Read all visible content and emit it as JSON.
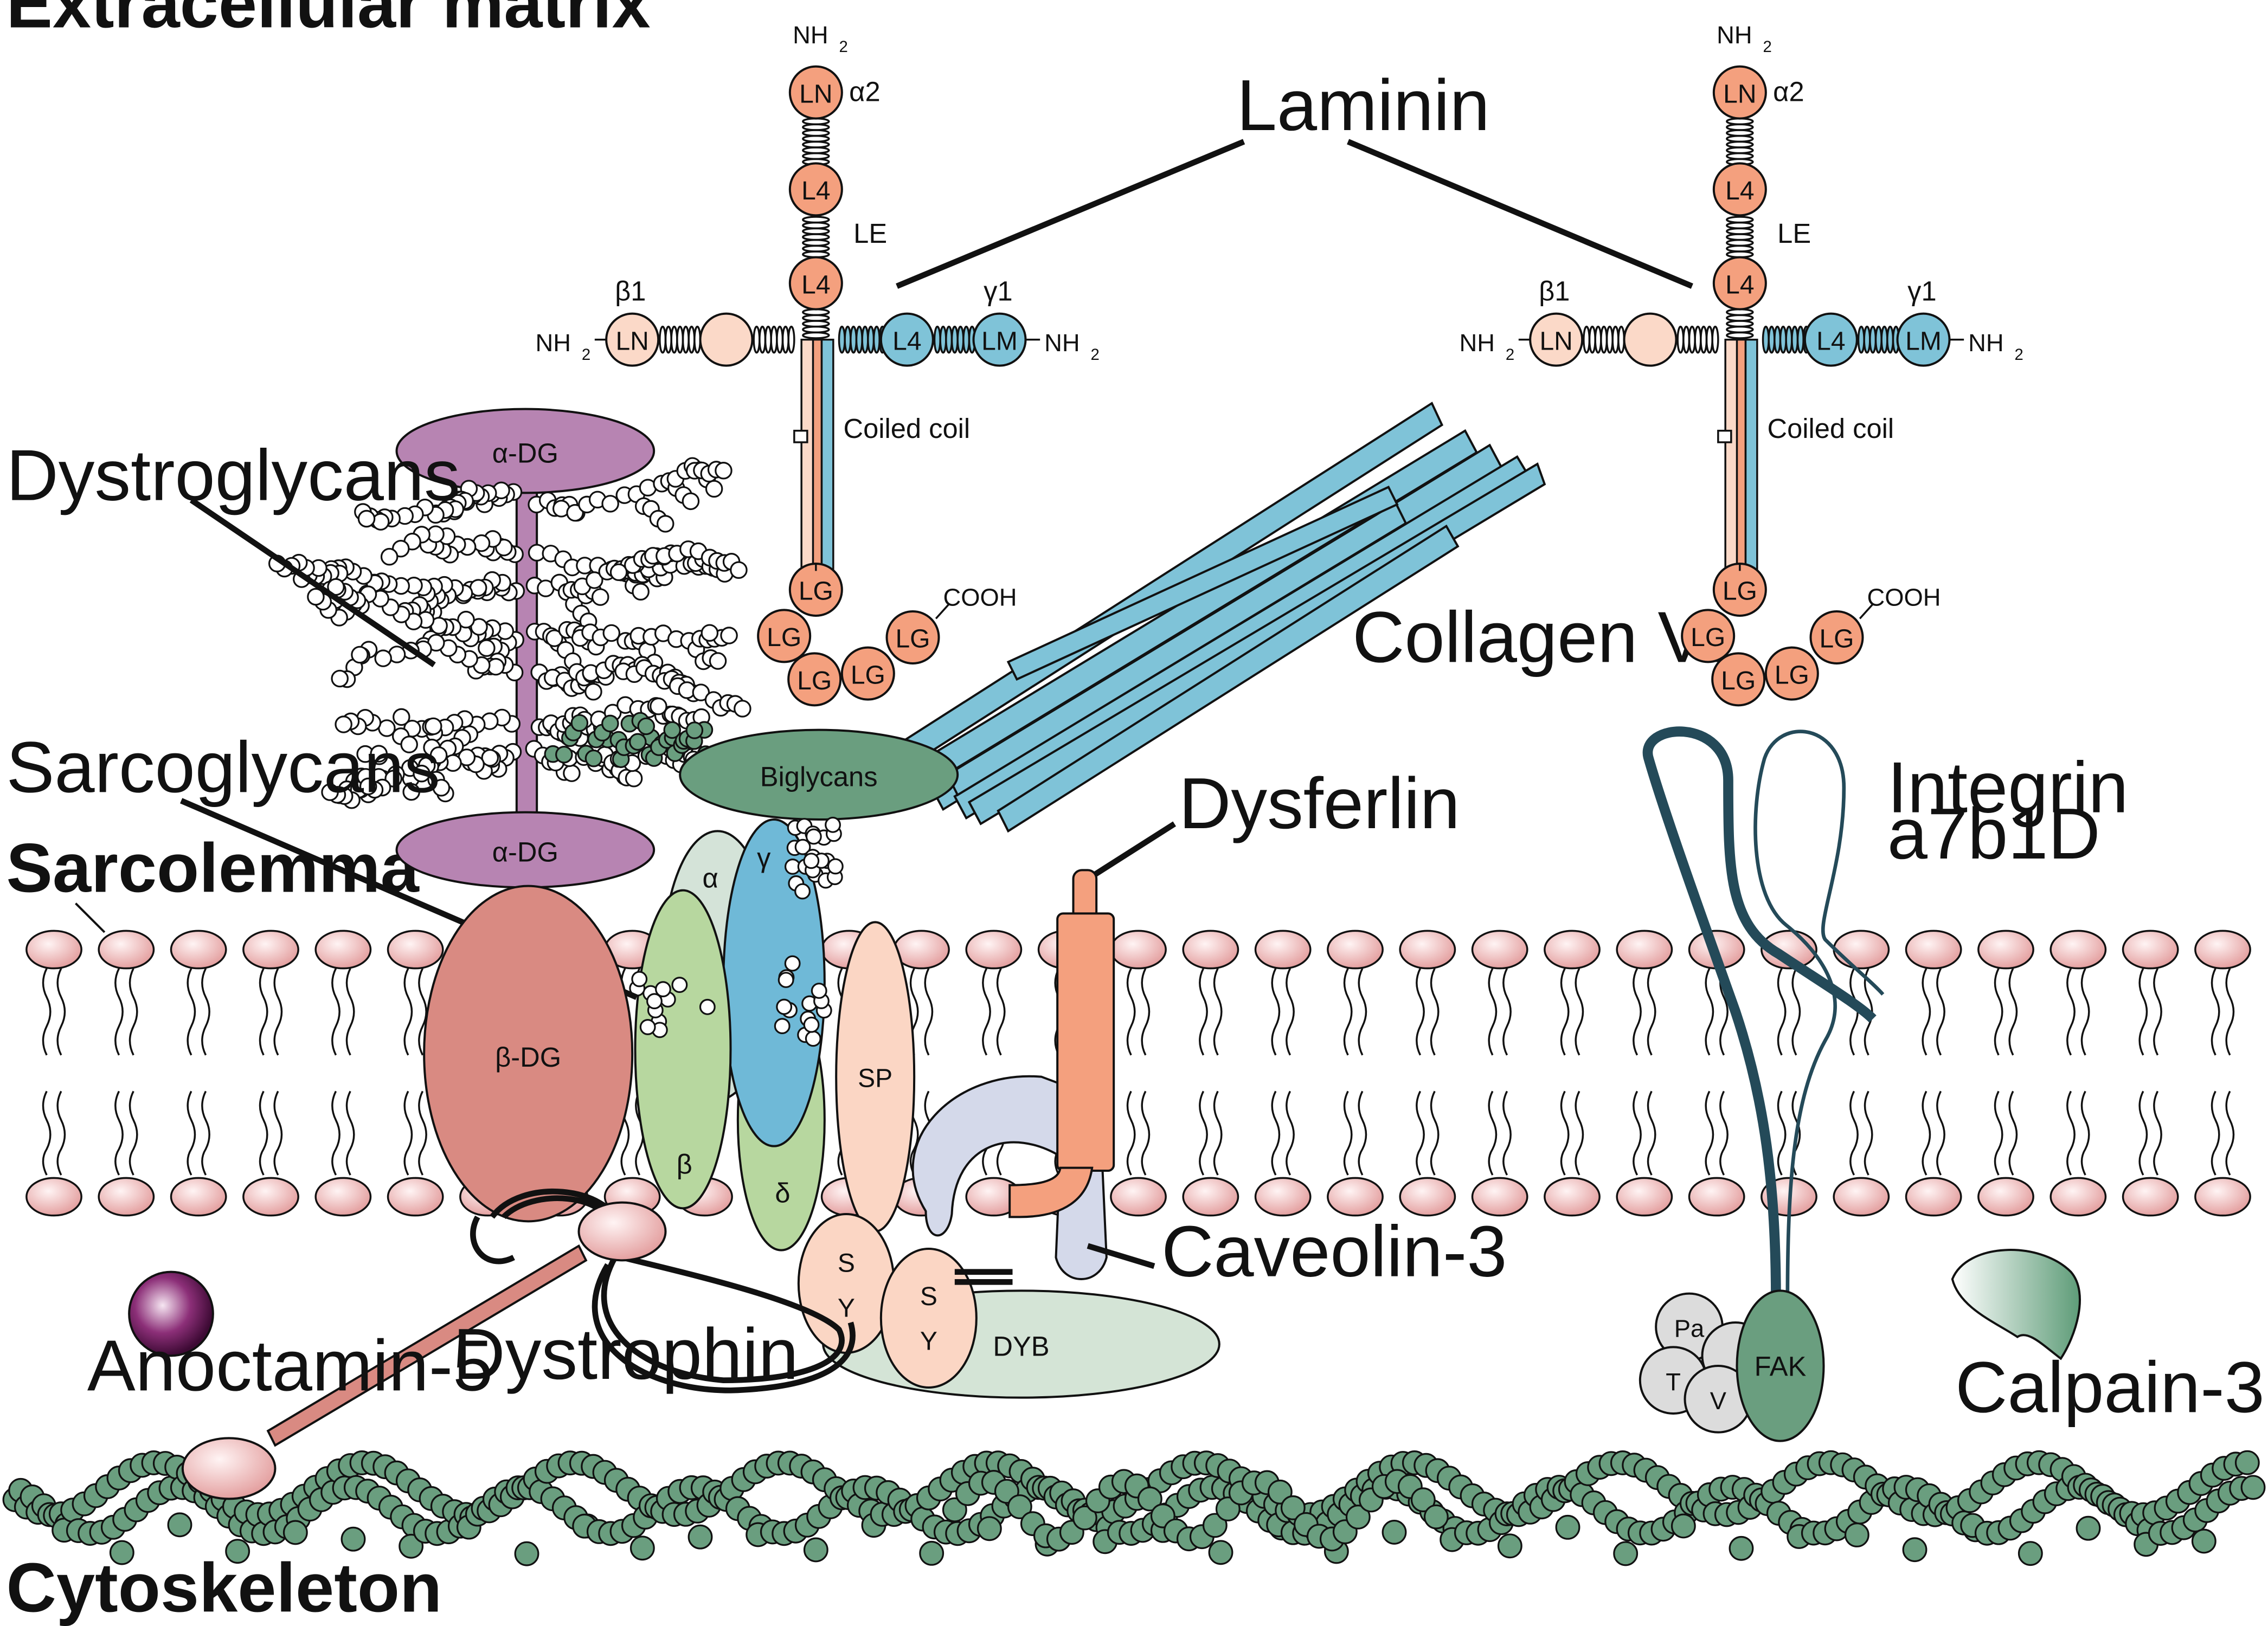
{
  "sections": {
    "extracellular": "Extracellular matrix",
    "sarcolemma": "Sarcolemma",
    "cytoskeleton": "Cytoskeleton"
  },
  "laminin": {
    "title": "Laminin",
    "nh2": "NH",
    "sub2": "2",
    "alpha2": "α2",
    "beta1": "β1",
    "gamma1": "γ1",
    "le": "LE",
    "coiled_coil": "Coiled coil",
    "cooh": "COOH",
    "ln": "LN",
    "l4": "L4",
    "lm": "LM",
    "lg": "LG"
  },
  "labels": {
    "dystroglycans": "Dystroglycans",
    "alpha_dg": "α-DG",
    "beta_dg": "β-DG",
    "sarcoglycans": "Sarcoglycans",
    "sg_alpha": "α",
    "sg_beta": "β",
    "sg_gamma": "γ",
    "sg_delta": "δ",
    "biglycans": "Biglycans",
    "collagen_vi": "Collagen VI",
    "dysferlin": "Dysferlin",
    "sp": "SP",
    "sy_s": "S",
    "sy_y": "Y",
    "dyb": "DYB",
    "caveolin": "Caveolin-3",
    "dystrophin": "Dystrophin",
    "anoctamin": "Anoctamin-5",
    "integrin_line1": "Integrin",
    "integrin_line2": "a7b1D",
    "fak": "FAK",
    "pa": "Pa",
    "t": "T",
    "v": "V",
    "calpain": "Calpain-3"
  },
  "colors": {
    "laminin_alpha": "#f4a07e",
    "laminin_beta": "#fbd9c8",
    "laminin_gamma": "#7fc3d8",
    "alpha_dg": "#b784b2",
    "beta_dg": "#d98a82",
    "sg_alpha": "#d4e3d8",
    "sg_beta": "#b7d79f",
    "sg_gamma": "#6fb9d7",
    "sp_sy": "#fbd6c4",
    "biglycan": "#6a9e7f",
    "collagen": "#7fc3d8",
    "dysferlin": "#f4a07e",
    "caveolin": "#d4d9ea",
    "dyb": "#d4e4d6",
    "actin": "#6a9e7f",
    "integrin": "#244a59",
    "membrane_head": "#e7a5a5"
  }
}
